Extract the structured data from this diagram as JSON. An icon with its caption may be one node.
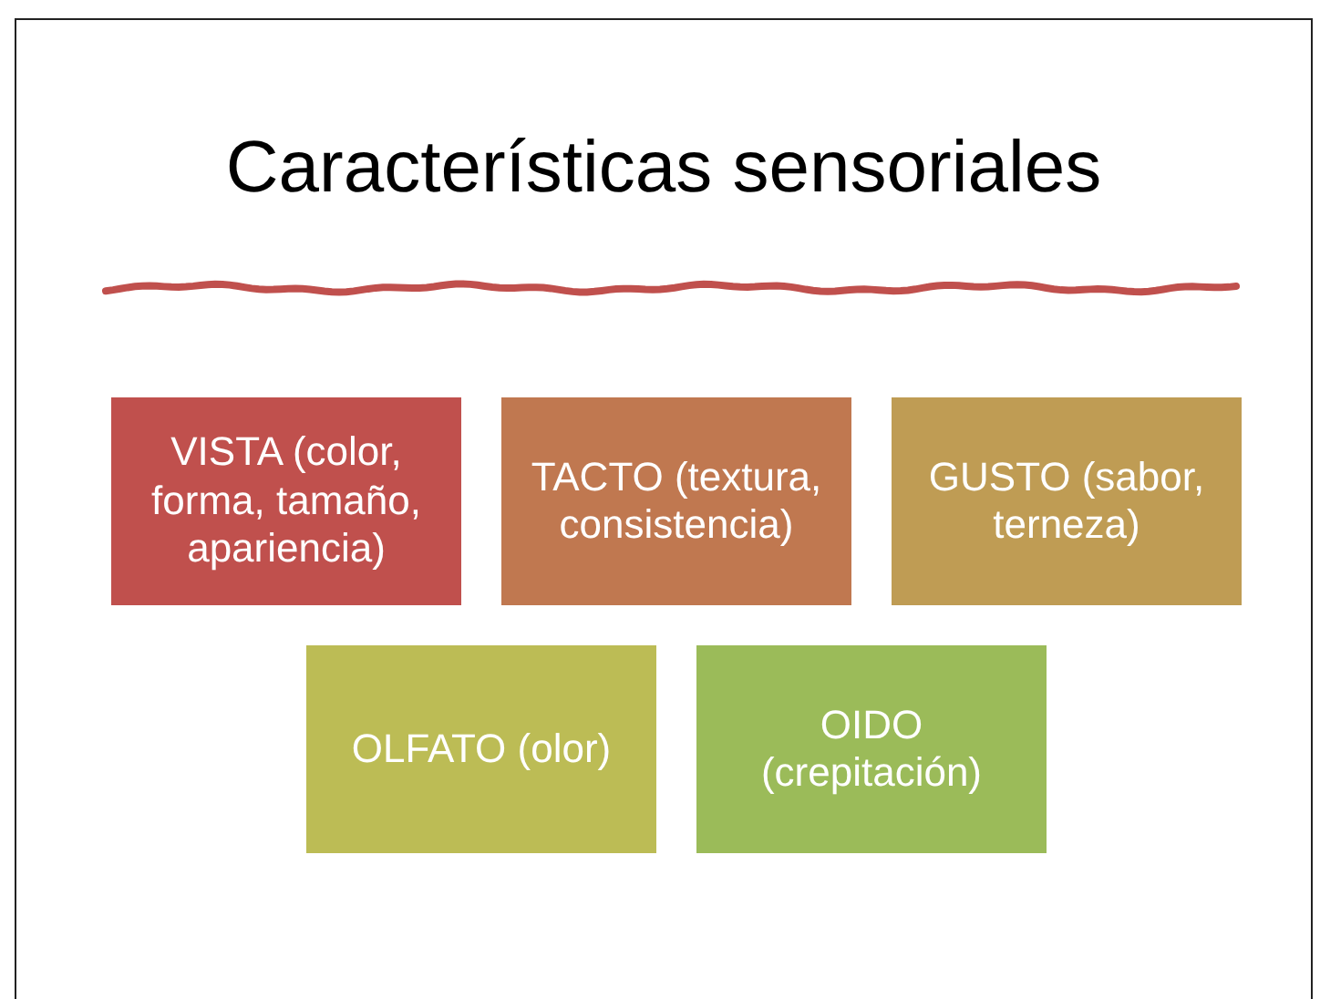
{
  "diagram": {
    "title": "Características sensoriales",
    "nodes": [
      {
        "text": [
          "VISTA (color, forma, tamaño, apariencia)"
        ]
      },
      {
        "text": [
          "TACTO (textura, consistencia)"
        ]
      },
      {
        "text": [
          "GUSTO (sabor, terneza)"
        ]
      },
      {
        "text": [
          "OLFATO (olor)"
        ]
      },
      {
        "text": [
          "OIDO (crepitación)"
        ]
      }
    ]
  }
}
